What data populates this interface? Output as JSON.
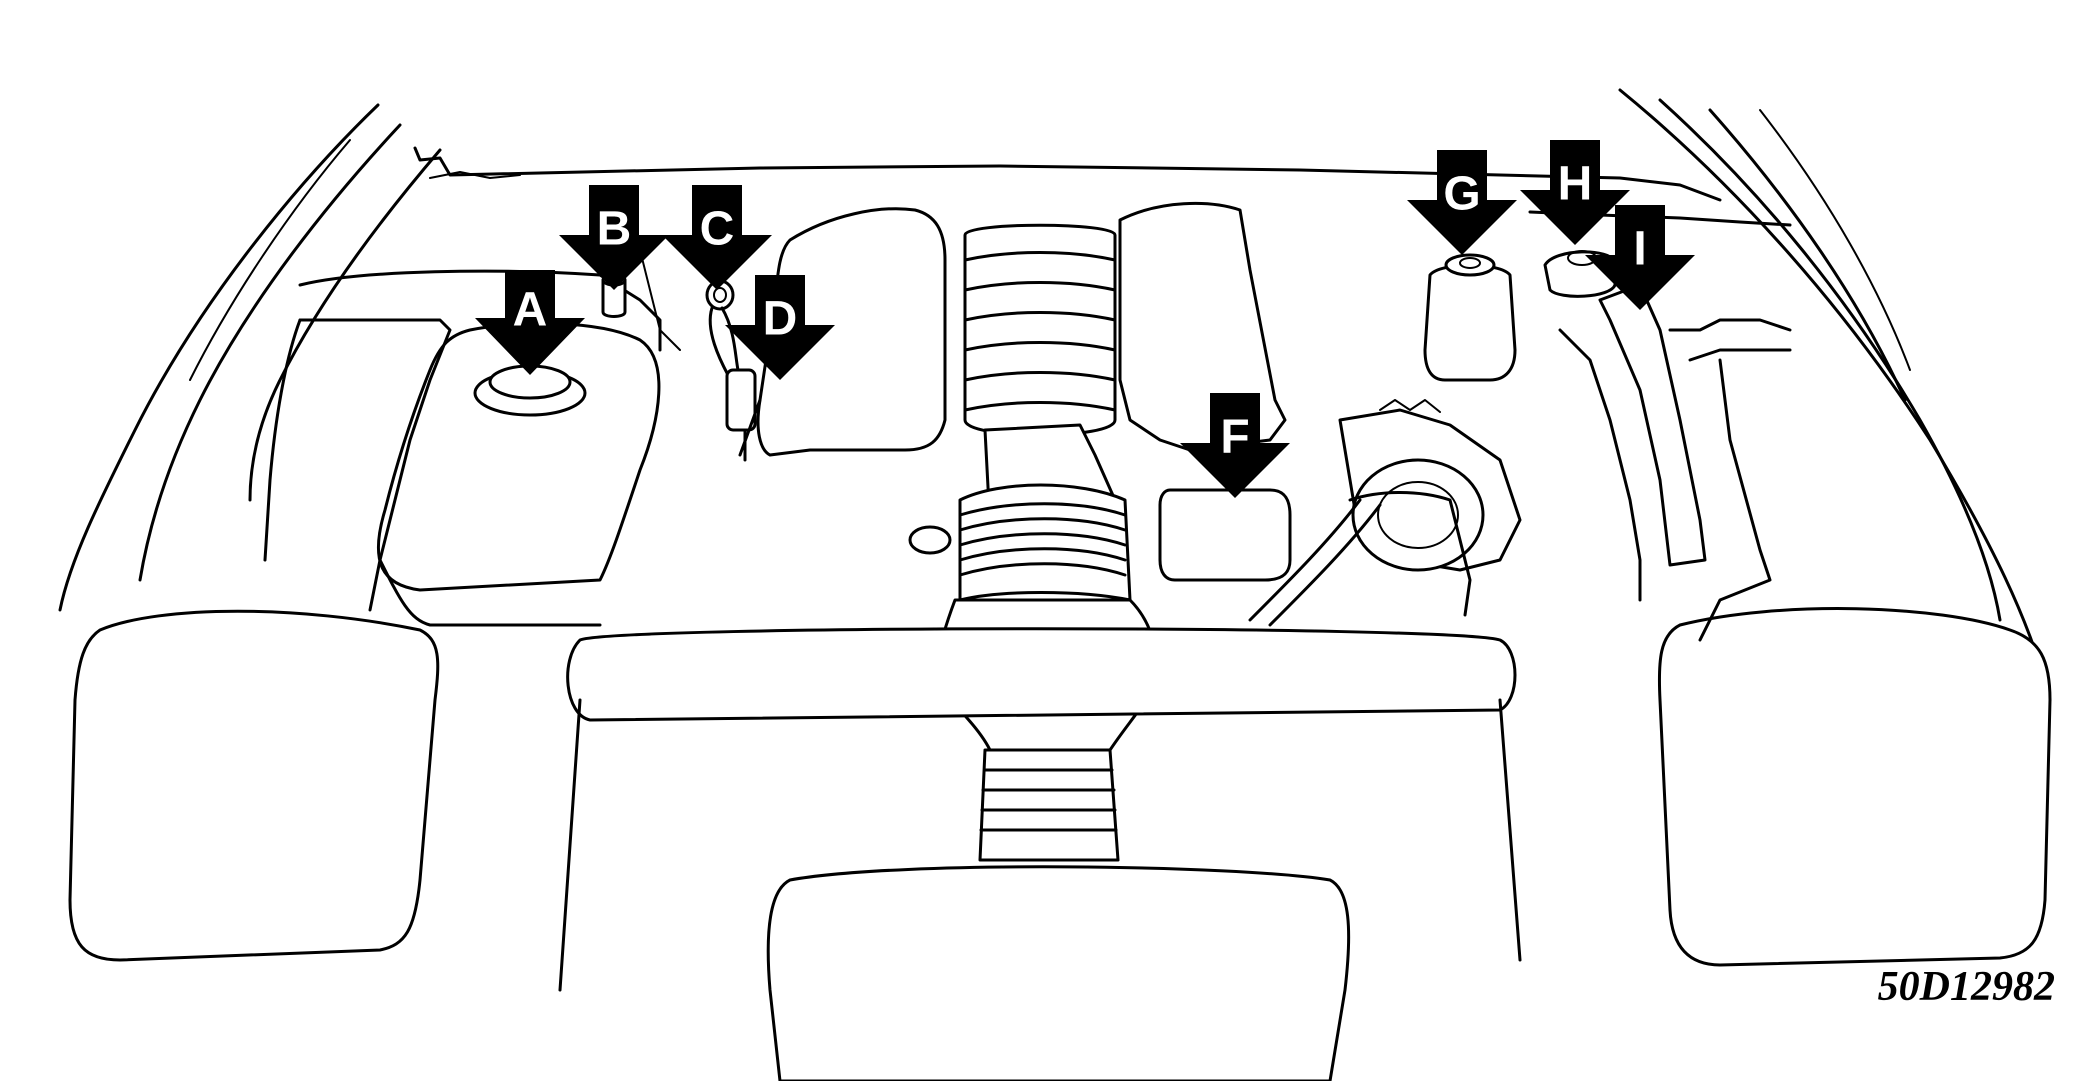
{
  "figure": {
    "id_label": "50D12982"
  },
  "callouts": [
    {
      "letter": "A"
    },
    {
      "letter": "B"
    },
    {
      "letter": "C"
    },
    {
      "letter": "D"
    },
    {
      "letter": "F"
    },
    {
      "letter": "G"
    },
    {
      "letter": "H"
    },
    {
      "letter": "I"
    }
  ],
  "colors": {
    "line": "#000000",
    "background": "#ffffff",
    "callout_fill": "#000000",
    "callout_text": "#ffffff"
  }
}
